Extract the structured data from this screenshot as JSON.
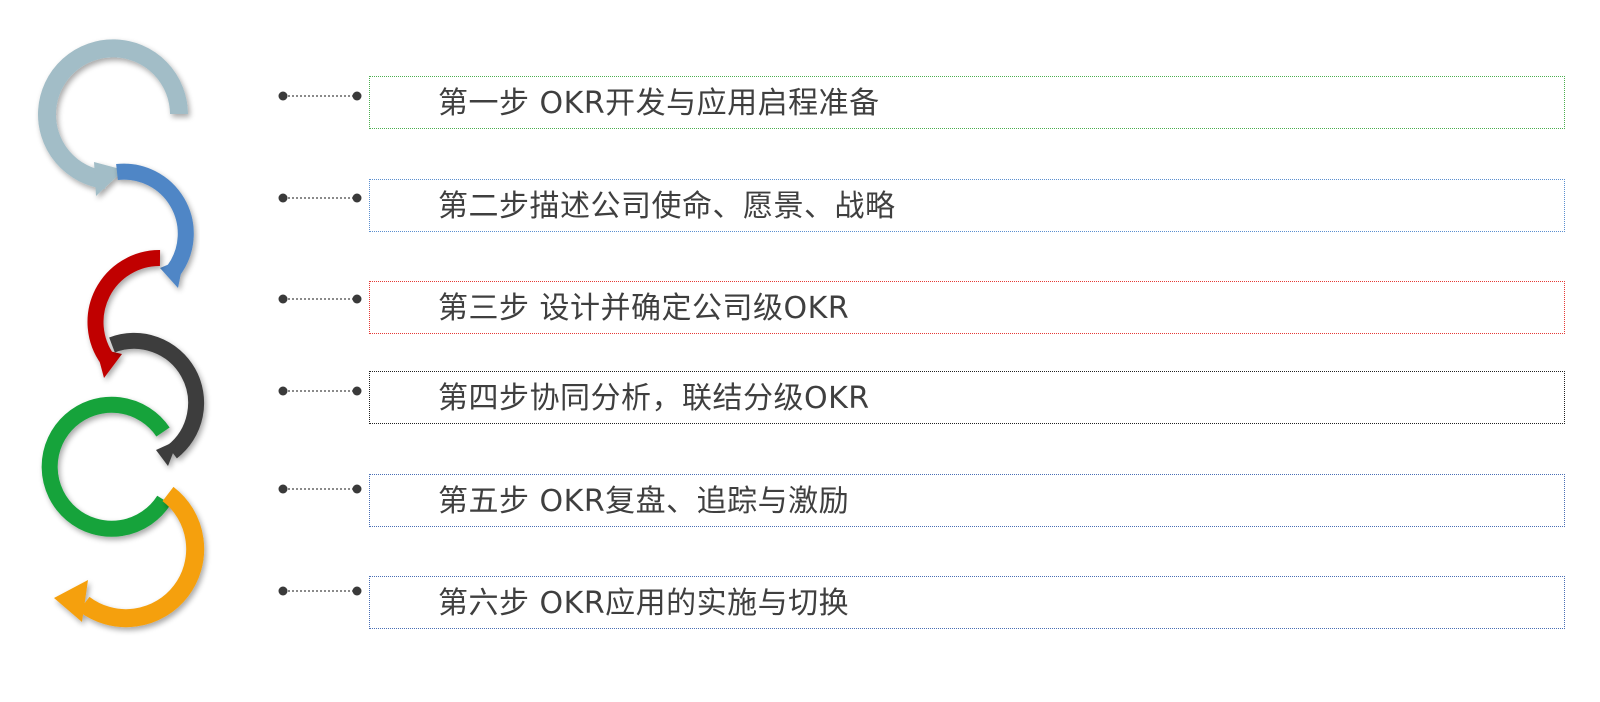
{
  "steps": [
    {
      "label": "第一步 OKR开发与应用启程准备",
      "color": "#4caf50"
    },
    {
      "label": "第二步描述公司使命、愿景、战略",
      "color": "#5b8fcf"
    },
    {
      "label": "第三步 设计并确定公司级OKR",
      "color": "#e53935"
    },
    {
      "label": "第四步协同分析，联结分级OKR",
      "color": "#222222"
    },
    {
      "label": "第五步 OKR复盘、追踪与激励",
      "color": "#4a6fb5"
    },
    {
      "label": "第六步 OKR应用的实施与切换",
      "color": "#4a6fb5"
    }
  ],
  "arcs": [
    {
      "color": "#a2bdc7",
      "name": "arc-gray"
    },
    {
      "color": "#4f86c6",
      "name": "arc-blue"
    },
    {
      "color": "#c00000",
      "name": "arc-red"
    },
    {
      "color": "#3c3c3c",
      "name": "arc-black"
    },
    {
      "color": "#12a33a",
      "name": "arc-green"
    },
    {
      "color": "#f5a00e",
      "name": "arc-orange"
    }
  ]
}
